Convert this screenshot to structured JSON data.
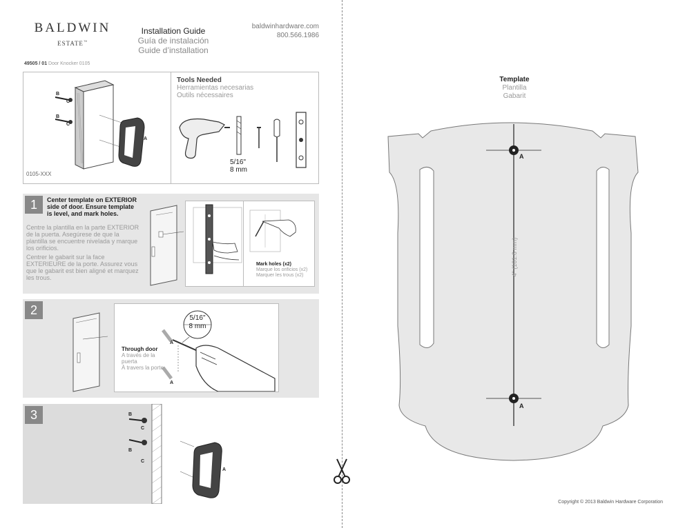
{
  "header": {
    "brand": "BALDWIN",
    "brand_sub": "ESTATE",
    "title_en": "Installation Guide",
    "title_es": "Guía de instalación",
    "title_fr": "Guide d’installation",
    "website": "baldwinhardware.com",
    "phone": "800.566.1986",
    "part_number": "49505 / 01",
    "part_name": "Door Knocker 0105"
  },
  "overview": {
    "label_b": "B",
    "label_c": "C",
    "label_a": "A",
    "model": "0105-XXX"
  },
  "tools": {
    "heading_en": "Tools Needed",
    "heading_es": "Herramientas necesarias",
    "heading_fr": "Outils nécessaires",
    "bit_inch": "5/16\"",
    "bit_mm": "8 mm"
  },
  "step1": {
    "number": "1",
    "text_en": "Center template on EXTERIOR side of door. Ensure template is level, and mark holes.",
    "text_es": "Centre la plantilla en la parte EXTERIOR de la puerta. Asegúrese de que la plantilla se encuentre nivelada y marque los orificios.",
    "text_fr": "Centrer le gabarit sur la face EXTERIEURE de la porte. Assurez vous que le gabarit est bien aligné et marquez les trous.",
    "mark_en": "Mark holes (x2)",
    "mark_es": "Marque los orificios (x2)",
    "mark_fr": "Marquer les trous (x2)"
  },
  "step2": {
    "number": "2",
    "through_en": "Through door",
    "through_es": "A través de la puerta",
    "through_fr": "À travers la porte",
    "bit_inch": "5/16\"",
    "bit_mm": "8 mm",
    "label_a": "A"
  },
  "step3": {
    "number": "3",
    "label_b": "B",
    "label_c": "C",
    "label_a": "A"
  },
  "template": {
    "title_en": "Template",
    "title_es": "Plantilla",
    "title_fr": "Gabarit",
    "label_a": "A",
    "dimension": "4\" (101.6 mm)"
  },
  "copyright": "Copyright © 2013 Baldwin Hardware Corporation"
}
